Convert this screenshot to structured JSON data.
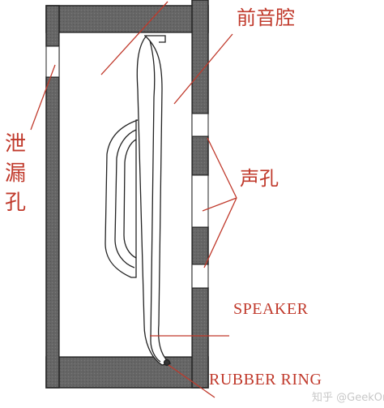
{
  "labels": {
    "front_cavity": "前音腔",
    "leak_hole_1": "泄",
    "leak_hole_2": "漏",
    "leak_hole_3": "孔",
    "sound_hole": "声孔",
    "speaker": "SPEAKER",
    "rubber_ring": "RUBBER RING"
  },
  "watermark": "知乎 @GeekOn",
  "colors": {
    "wall": "#666666",
    "label": "#c0392b",
    "outline": "#222222"
  }
}
